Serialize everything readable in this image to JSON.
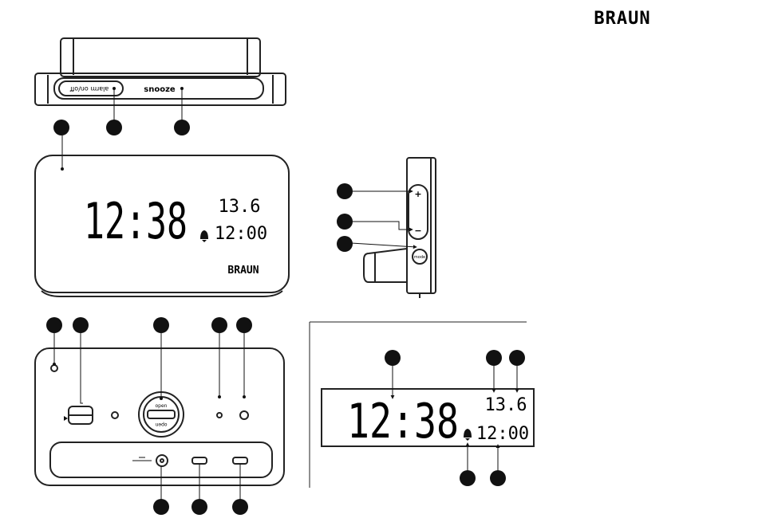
{
  "brand": {
    "logo_text": "BRAUN"
  },
  "clock_top": {
    "alarm_switch_label": "alarm on/off",
    "snooze_label": "snooze"
  },
  "clock_front": {
    "time": "12:38",
    "date": "13.6",
    "alarm_time": "12:00",
    "logo_text": "BRAUN"
  },
  "clock_side": {
    "plus_label": "+",
    "minus_label": "−",
    "mode_label": "mode"
  },
  "clock_back": {
    "battery_open_label": "open"
  },
  "display_detail": {
    "time": "12:38",
    "date": "13.6",
    "alarm_time": "12:00"
  },
  "colors": {
    "ink": "#111111",
    "line": "#222222",
    "shell": "#ffffff"
  },
  "icons": [
    "bell-icon",
    "usb-c-port-icon",
    "dc-jack-icon",
    "arrow-icon"
  ]
}
